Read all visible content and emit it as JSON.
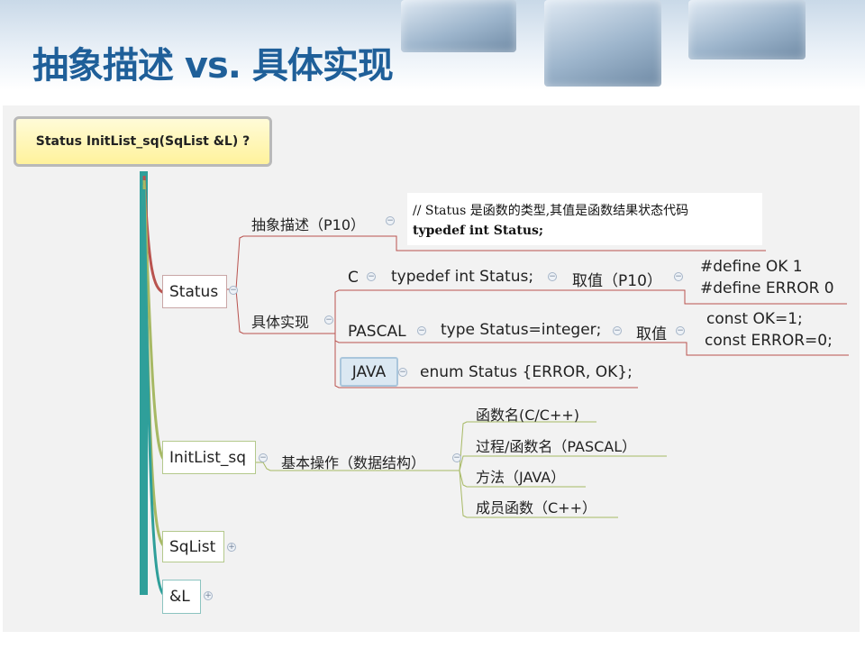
{
  "slide": {
    "title": "抽象描述 vs. 具体实现"
  },
  "colors": {
    "title": "#1f5f99",
    "root_fill": "#fff29c",
    "trunk": "#2f9f9a",
    "accent_red": "#b9534f",
    "accent_green": "#a7b964"
  },
  "icons": {
    "collapse": "minus-circle-icon",
    "expand": "plus-circle-icon"
  },
  "map": {
    "root": "Status InitList_sq(SqList &L) ?",
    "status": {
      "label": "Status",
      "abstract": {
        "label": "抽象描述（P10）",
        "code_line1": "// Status 是函数的类型,其值是函数结果状态代码",
        "code_line2": "typedef   int   Status;"
      },
      "concrete": {
        "label": "具体实现",
        "c": {
          "label": "C",
          "decl": "typedef int Status;",
          "value_label": "取值（P10）",
          "define1": "#define OK 1",
          "define2": "#define ERROR 0"
        },
        "pascal": {
          "label": "PASCAL",
          "decl": "type Status=integer;",
          "value_label": "取值",
          "const1": "const OK=1;",
          "const2": "const ERROR=0;"
        },
        "java": {
          "label": "JAVA",
          "decl": "enum Status {ERROR, OK};"
        }
      }
    },
    "initlist": {
      "label": "InitList_sq",
      "basic_op": "基本操作（数据结构）",
      "names": [
        "函数名(C/C++)",
        "过程/函数名（PASCAL）",
        "方法（JAVA）",
        "成员函数（C++）"
      ]
    },
    "sqlist": {
      "label": "SqList"
    },
    "ref": {
      "label": "&L"
    }
  }
}
